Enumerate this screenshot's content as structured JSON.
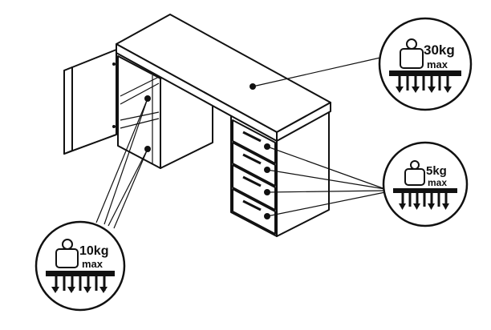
{
  "badges": {
    "desktop": {
      "weight": "30kg",
      "suffix": "max"
    },
    "drawer": {
      "weight": "5kg",
      "suffix": "max"
    },
    "shelf": {
      "weight": "10kg",
      "suffix": "max"
    }
  },
  "colors": {
    "line": "#111111",
    "background": "#ffffff"
  }
}
